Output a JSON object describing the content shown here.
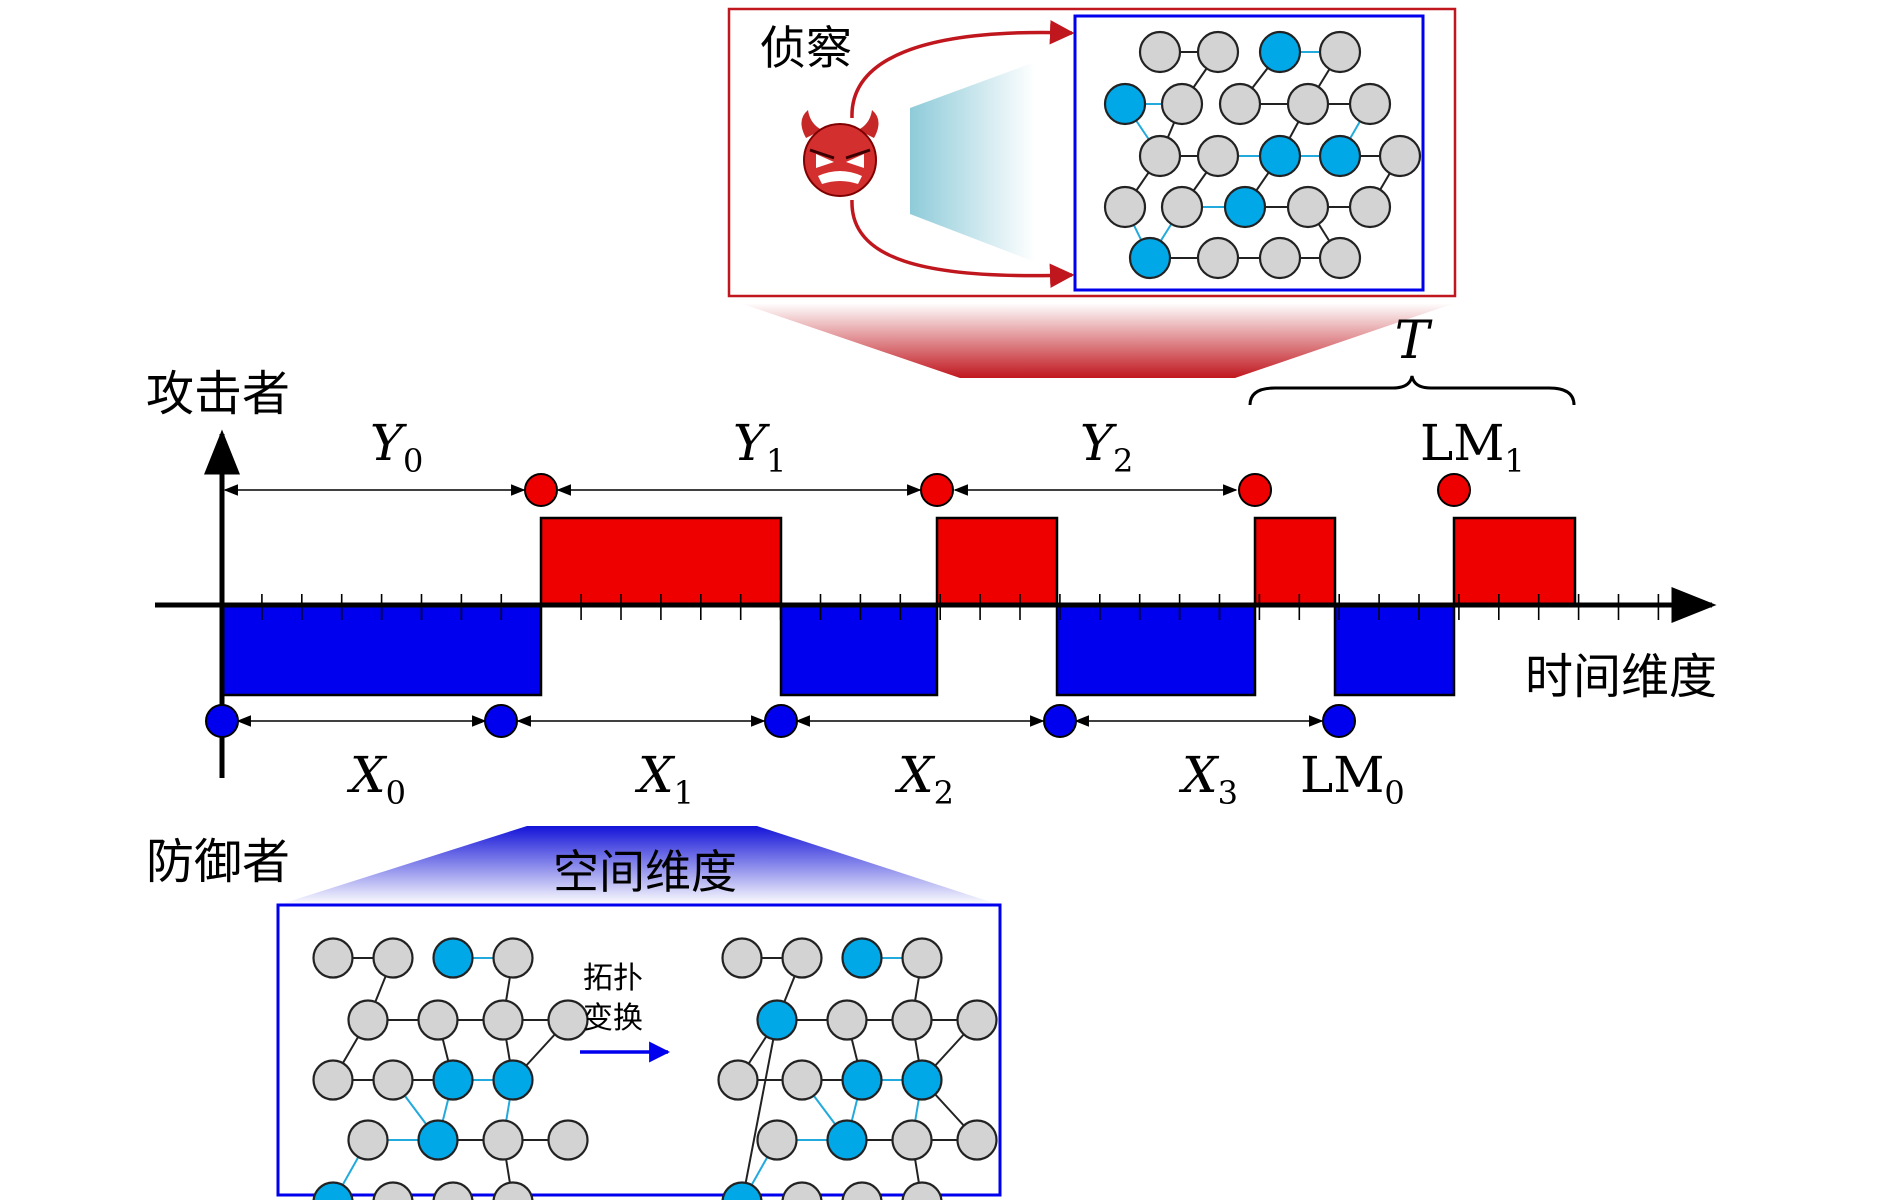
{
  "labels": {
    "attacker": "攻击者",
    "defender": "防御者",
    "time_dimension": "时间维度",
    "space_dimension": "空间维度",
    "recon": "侦察",
    "topology_change_line1": "拓扑",
    "topology_change_line2": "变换",
    "T": "T",
    "lm0_base": "LM",
    "lm0_sub": "0",
    "lm1_base": "LM",
    "lm1_sub": "1"
  },
  "attacker_intervals": [
    {
      "base": "Y",
      "sub": "0"
    },
    {
      "base": "Y",
      "sub": "1"
    },
    {
      "base": "Y",
      "sub": "2"
    }
  ],
  "defender_intervals": [
    {
      "base": "X",
      "sub": "0"
    },
    {
      "base": "X",
      "sub": "1"
    },
    {
      "base": "X",
      "sub": "2"
    },
    {
      "base": "X",
      "sub": "3"
    }
  ],
  "colors": {
    "attacker": "#ee0000",
    "defender": "#0000ee",
    "node_gray": "#d3d3d3",
    "node_cyan": "#00a8e8",
    "recon_frame": "#c0171e",
    "funnel": "#a9d8e4"
  },
  "icons": {
    "attacker_avatar": "devil-face-icon"
  }
}
